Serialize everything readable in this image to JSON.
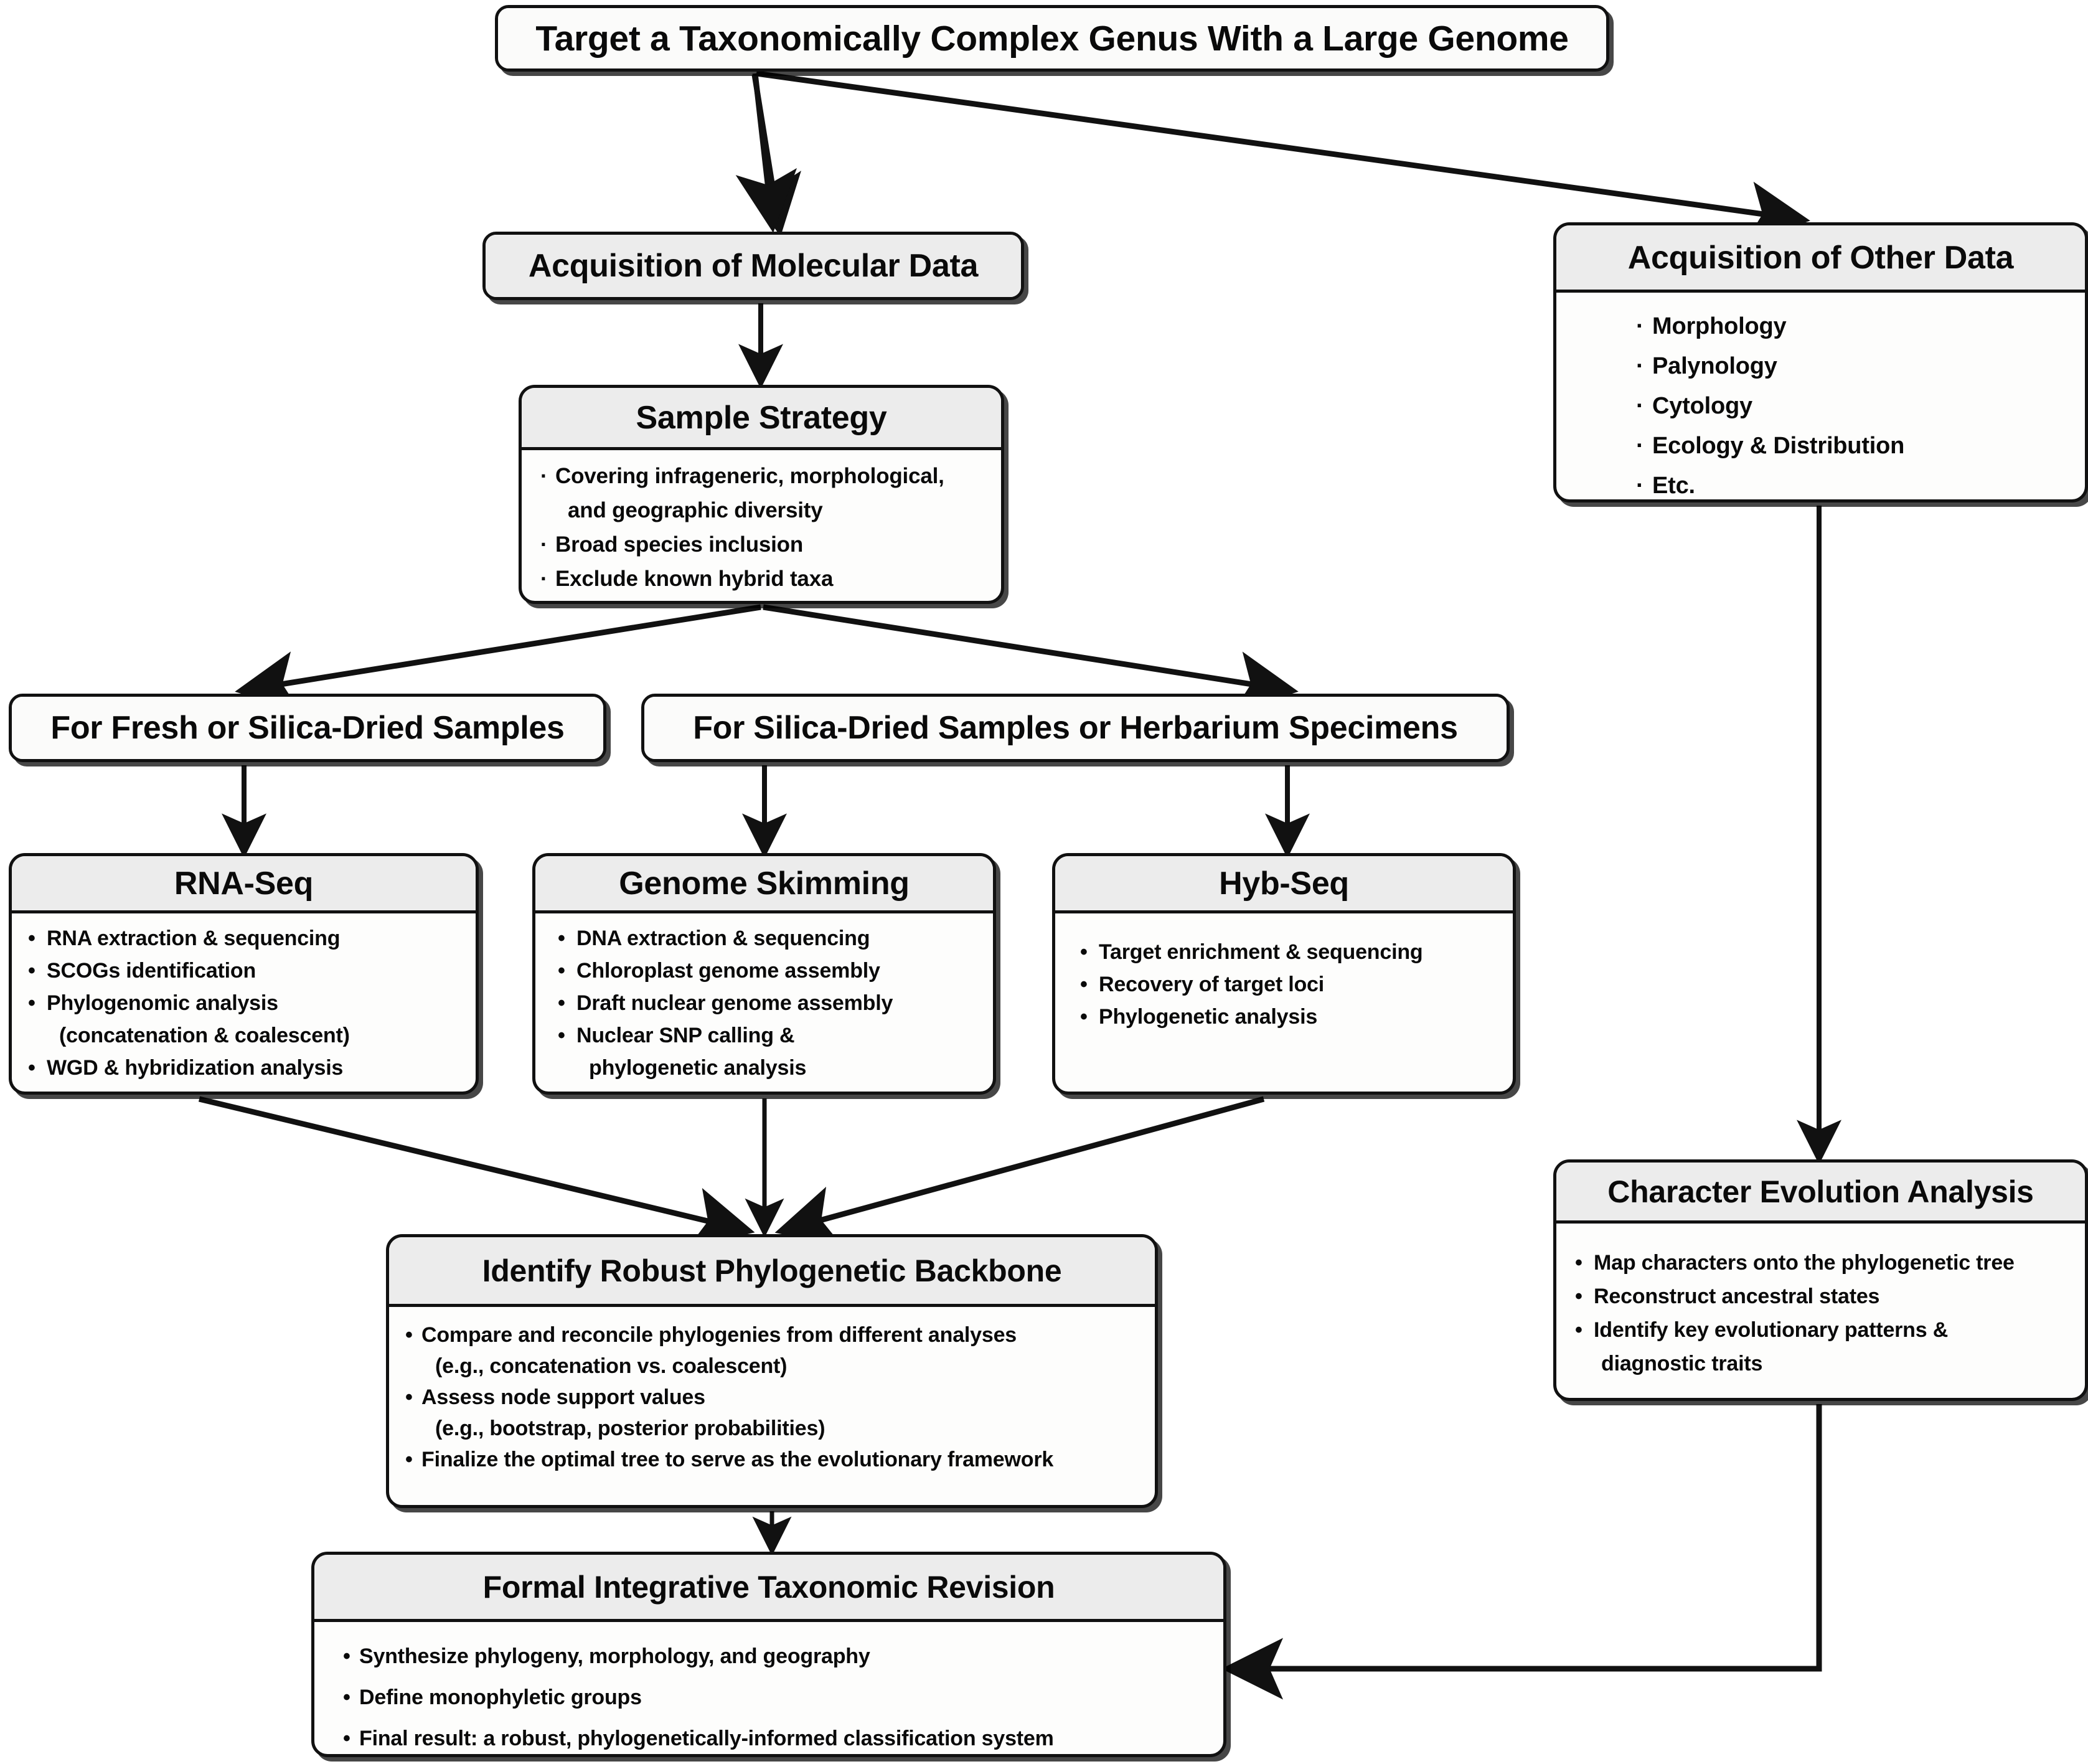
{
  "diagram": {
    "title_node": {
      "label": "Target a Taxonomically Complex Genus With a Large Genome"
    },
    "molecular": {
      "label": "Acquisition of Molecular Data"
    },
    "other_data": {
      "label": "Acquisition of Other Data",
      "bullet": "·",
      "items": [
        "Morphology",
        "Palynology",
        "Cytology",
        "Ecology & Distribution",
        "Etc."
      ]
    },
    "sample_strategy": {
      "label": "Sample Strategy",
      "bullet": "·",
      "items": [
        {
          "text": "Covering infrageneric, morphological,",
          "cont": "and geographic diversity"
        },
        {
          "text": "Broad species inclusion",
          "cont": ""
        },
        {
          "text": "Exclude known hybrid taxa",
          "cont": ""
        }
      ]
    },
    "fresh_samples": {
      "label": "For Fresh or Silica-Dried Samples"
    },
    "silica_samples": {
      "label": "For Silica-Dried Samples or Herbarium Specimens"
    },
    "rna_seq": {
      "label": "RNA-Seq",
      "bullet": "•",
      "items": [
        {
          "text": "RNA extraction & sequencing",
          "cont": ""
        },
        {
          "text": "SCOGs identification",
          "cont": ""
        },
        {
          "text": "Phylogenomic analysis",
          "cont": "(concatenation & coalescent)"
        },
        {
          "text": "WGD & hybridization analysis",
          "cont": ""
        }
      ]
    },
    "genome_skimming": {
      "label": "Genome Skimming",
      "bullet": "•",
      "items": [
        {
          "text": "DNA extraction & sequencing",
          "cont": ""
        },
        {
          "text": "Chloroplast genome assembly",
          "cont": ""
        },
        {
          "text": "Draft nuclear genome assembly",
          "cont": ""
        },
        {
          "text": "Nuclear SNP calling &",
          "cont": "phylogenetic analysis"
        }
      ]
    },
    "hyb_seq": {
      "label": "Hyb-Seq",
      "bullet": "•",
      "items": [
        {
          "text": "Target enrichment & sequencing",
          "cont": ""
        },
        {
          "text": "Recovery of target loci",
          "cont": ""
        },
        {
          "text": "Phylogenetic analysis",
          "cont": ""
        }
      ]
    },
    "backbone": {
      "label": "Identify Robust Phylogenetic Backbone",
      "bullet": "•",
      "items": [
        {
          "text": "Compare and reconcile phylogenies from different analyses",
          "cont": "(e.g., concatenation vs. coalescent)"
        },
        {
          "text": "Assess node support values",
          "cont": "(e.g., bootstrap, posterior probabilities)"
        },
        {
          "text": "Finalize the optimal tree to serve as the evolutionary framework",
          "cont": ""
        }
      ]
    },
    "revision": {
      "label": "Formal Integrative Taxonomic Revision",
      "bullet": "•",
      "items": [
        {
          "text": "Synthesize phylogeny, morphology, and geography",
          "cont": ""
        },
        {
          "text": "Define monophyletic groups",
          "cont": ""
        },
        {
          "text": "Final result: a robust, phylogenetically-informed classification system",
          "cont": ""
        }
      ]
    },
    "character_evolution": {
      "label": "Character Evolution Analysis",
      "bullet": "•",
      "items": [
        {
          "text": "Map characters onto the phylogenetic tree",
          "cont": ""
        },
        {
          "text": "Reconstruct ancestral states",
          "cont": ""
        },
        {
          "text": "Identify key evolutionary patterns &",
          "cont": "diagnostic traits"
        }
      ]
    },
    "colors": {
      "header_fill": "#ececec",
      "body_fill": "#ffffff",
      "plain_fill": "#fbfbfa",
      "stroke": "#111111",
      "text": "#0a0a0a"
    }
  }
}
